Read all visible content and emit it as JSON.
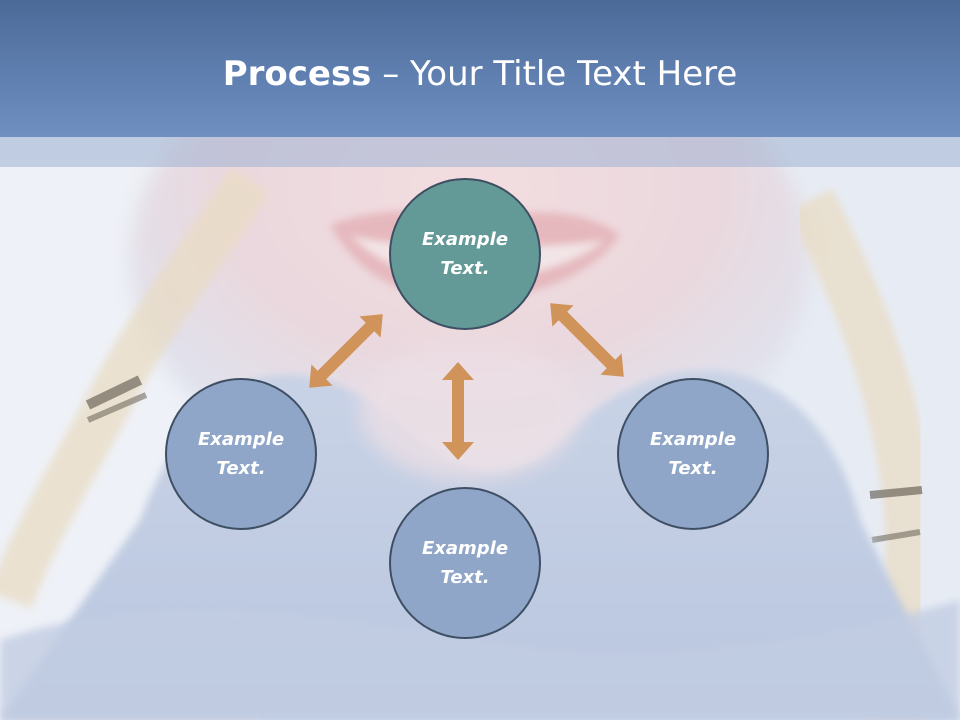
{
  "slide": {
    "title_bold": "Process",
    "title_rest": " – Your Title Text Here"
  },
  "nodes": {
    "top": {
      "label": "Example Text."
    },
    "left": {
      "label": "Example Text."
    },
    "right": {
      "label": "Example Text."
    },
    "bottom": {
      "label": "Example Text."
    }
  },
  "colors": {
    "header": "#5f7fb0",
    "node_highlight": "#639a97",
    "node_default": "#8fa6c9",
    "node_border": "#3f4f63",
    "arrow": "#d0935a"
  },
  "icons": {
    "arrows": [
      "double-arrow-icon",
      "double-arrow-icon",
      "double-arrow-icon"
    ]
  }
}
